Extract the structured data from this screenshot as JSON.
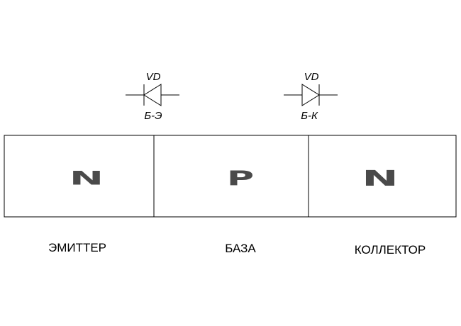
{
  "diodes": [
    {
      "top_label": "VD",
      "bottom_label": "Б-Э"
    },
    {
      "top_label": "VD",
      "bottom_label": "Б-К"
    }
  ],
  "regions": [
    {
      "letter": "N",
      "name": "ЭМИТТЕР"
    },
    {
      "letter": "P",
      "name": "БАЗА"
    },
    {
      "letter": "N",
      "name": "КОЛЛЕКТОР"
    }
  ],
  "colors": {
    "outline": "#000000",
    "letter_fill": "#4a4a4a",
    "background": "#ffffff"
  }
}
